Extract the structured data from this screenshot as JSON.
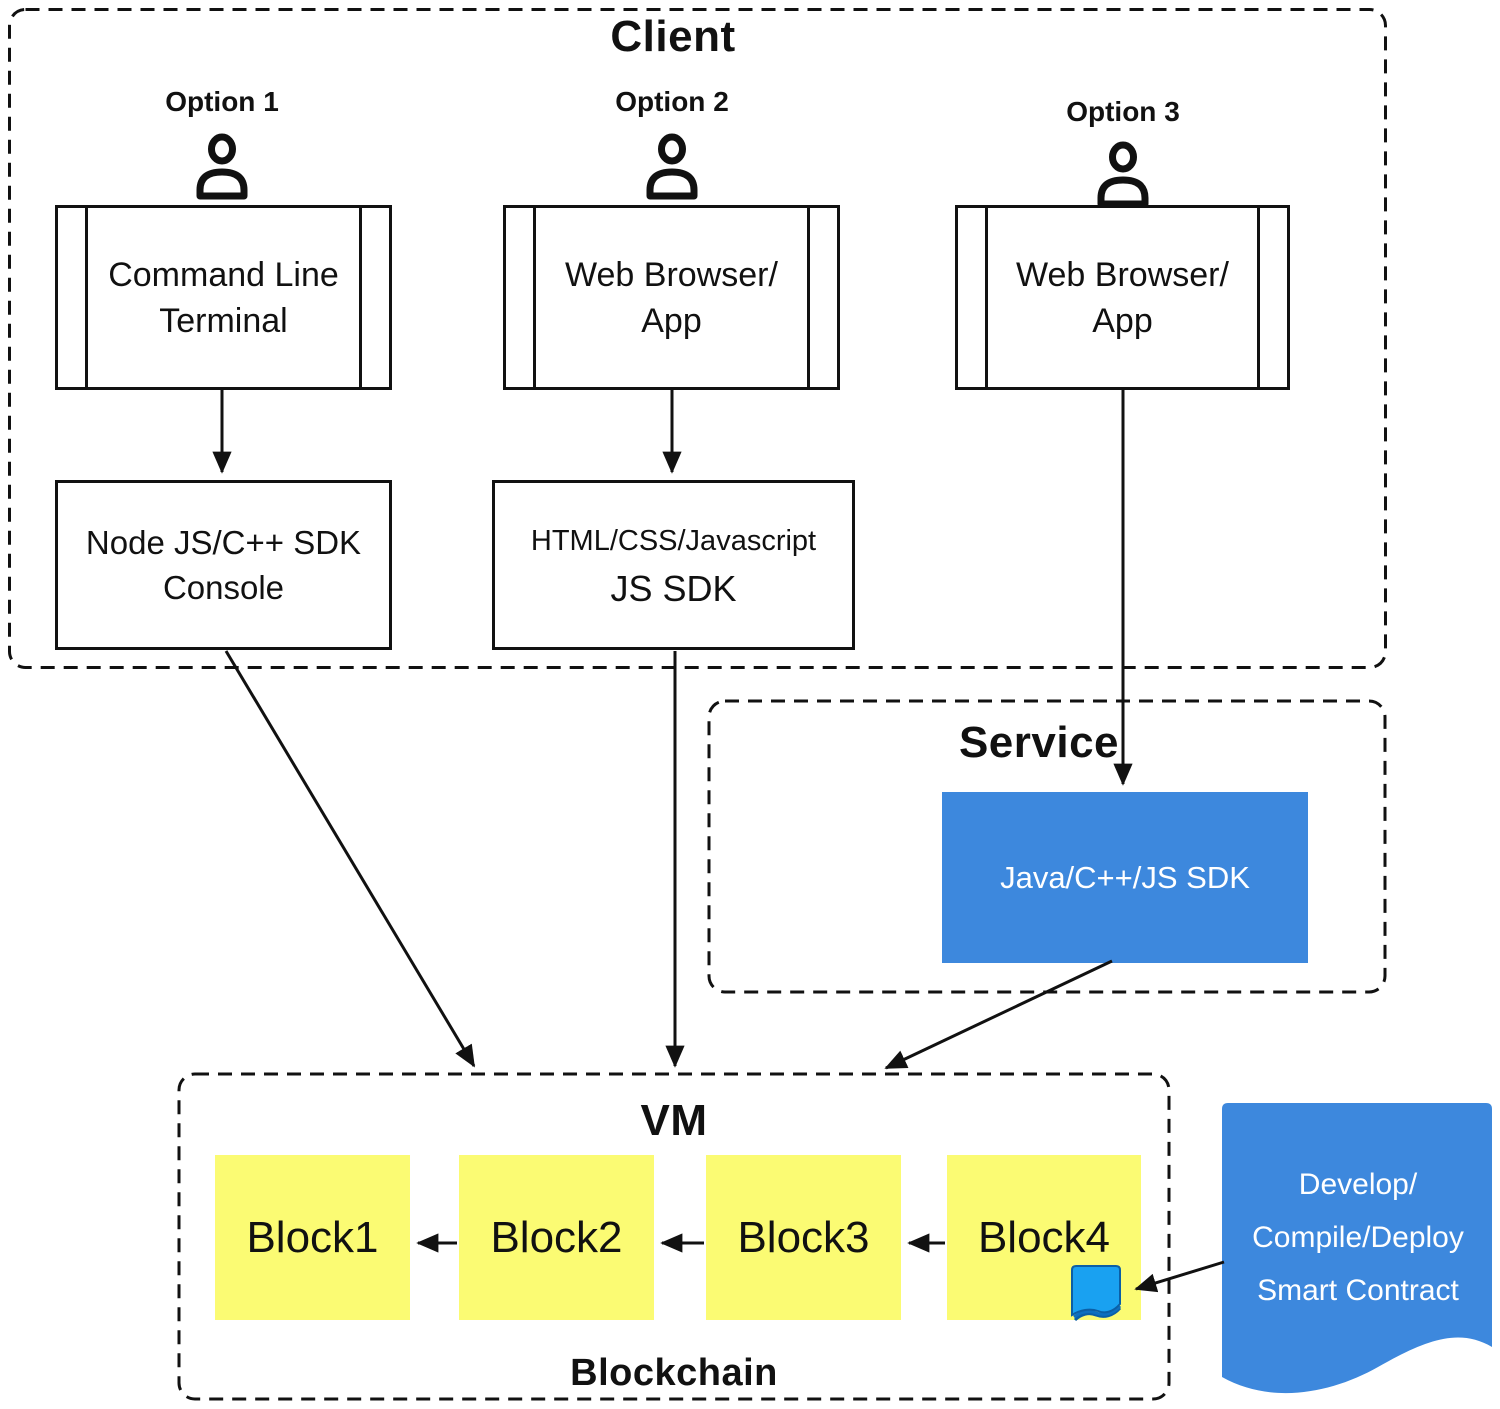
{
  "colors": {
    "line": "#111111",
    "accent_blue": "#3d88dd",
    "contract_icon_blue": "#19a1f1",
    "block_yellow": "#fbfb73"
  },
  "client": {
    "title": "Client",
    "options": [
      {
        "label": "Option 1",
        "icon": "person-icon",
        "device": "Command Line\nTerminal",
        "sdk": "Node JS/C++ SDK\nConsole"
      },
      {
        "label": "Option 2",
        "icon": "person-icon",
        "device": "Web Browser/\nApp",
        "sdk": "HTML/CSS/Javascript\nJS SDK"
      },
      {
        "label": "Option 3",
        "icon": "person-icon",
        "device": "Web Browser/\nApp"
      }
    ]
  },
  "service": {
    "title": "Service",
    "sdk": "Java/C++/JS SDK"
  },
  "vm": {
    "title": "VM",
    "blocks": [
      "Block1",
      "Block2",
      "Block3",
      "Block4"
    ],
    "footer": "Blockchain",
    "contract_icon": "contract-icon"
  },
  "note": {
    "shape": "document",
    "text": "Develop/\nCompile/Deploy\nSmart Contract"
  }
}
